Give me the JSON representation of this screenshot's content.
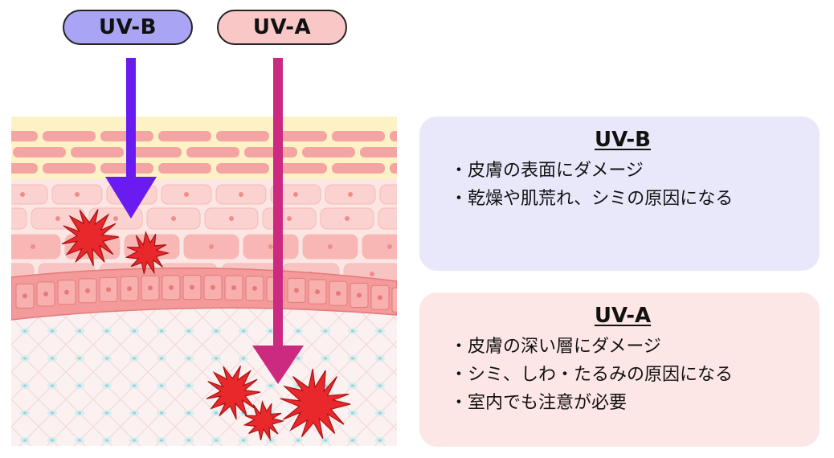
{
  "labels": {
    "uvb": "UV-B",
    "uva": "UV-A"
  },
  "panels": {
    "uvb": {
      "title": "UV-B",
      "items": [
        "・皮膚の表面にダメージ",
        "・乾燥や肌荒れ、シミの原因になる"
      ]
    },
    "uva": {
      "title": "UV-A",
      "items": [
        "・皮膚の深い層にダメージ",
        "・シミ、しわ・たるみの原因になる",
        "・室内でも注意が必要"
      ]
    }
  },
  "colors": {
    "uvb_arrow": "#6a1cf0",
    "uva_arrow": "#cc2a80",
    "uvb_pill": "#a9a4f4",
    "uva_pill": "#f9c8c6",
    "damage": "#e8282a",
    "panel_uvb_bg": "#e9e8fb",
    "panel_uva_bg": "#fde6e6"
  }
}
